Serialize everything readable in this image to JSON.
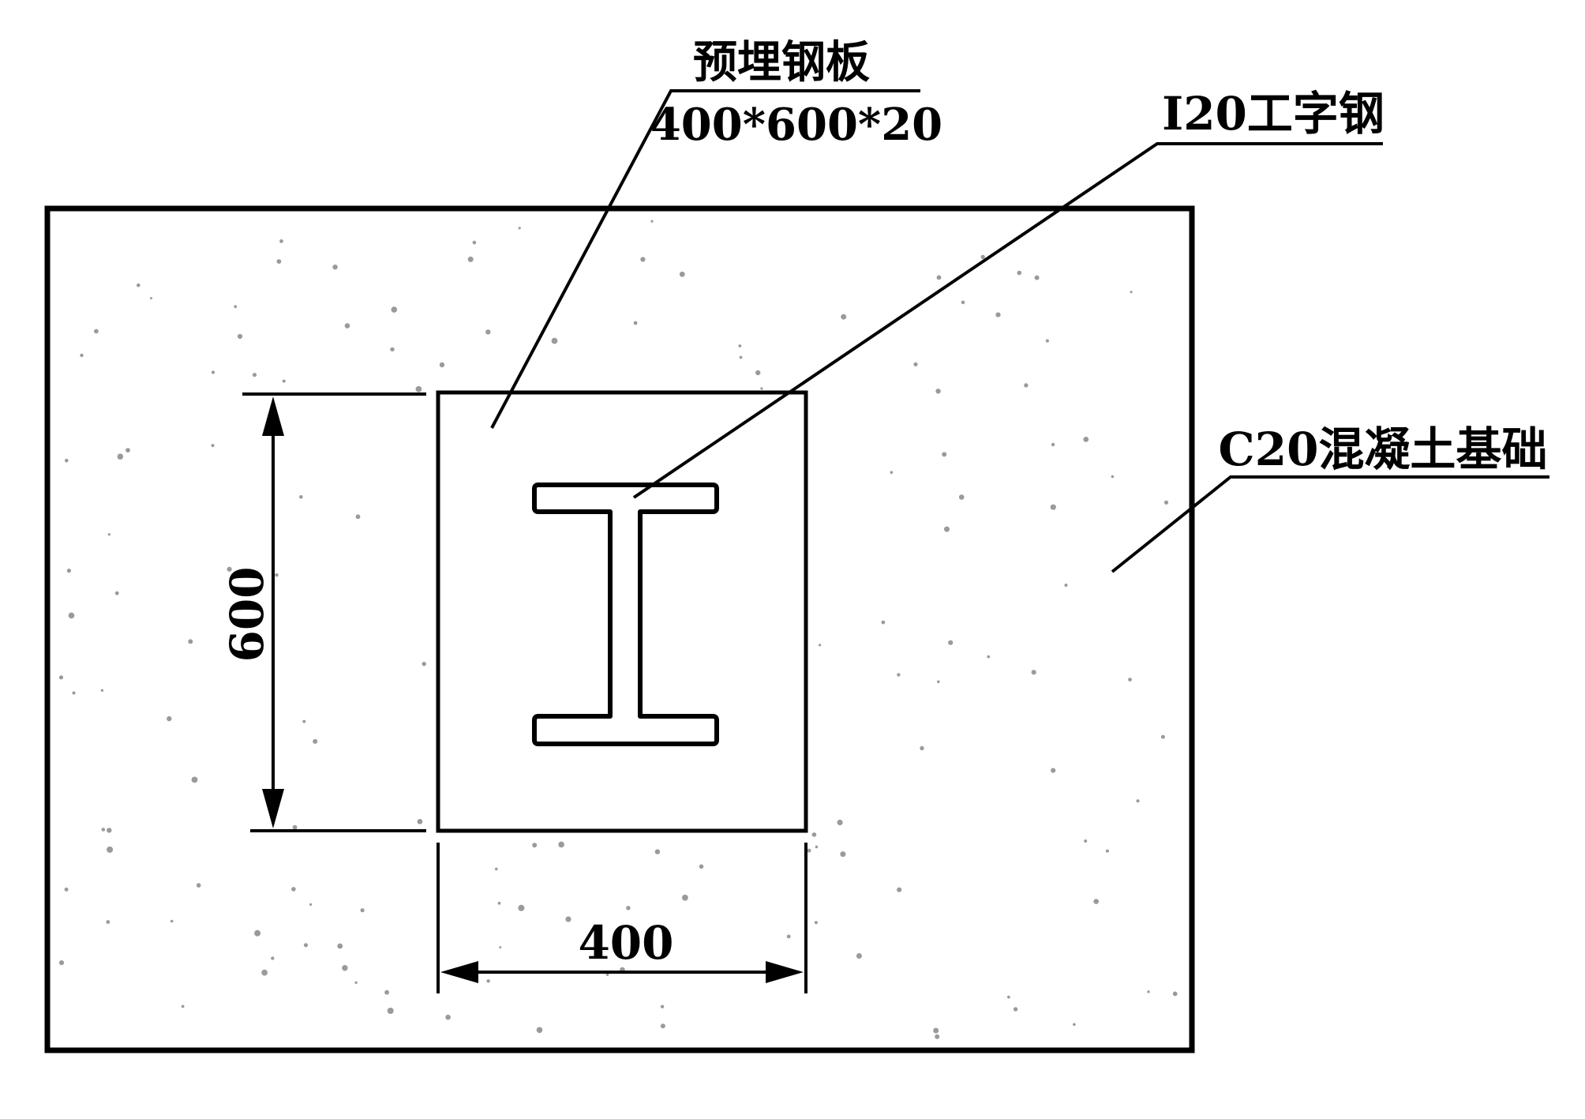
{
  "callouts": {
    "plate_name": "预埋钢板",
    "plate_size": "400*600*20",
    "beam": "I20工字钢",
    "foundation": "C20混凝土基础"
  },
  "dimensions": {
    "plate_height": "600",
    "plate_width": "400"
  },
  "colors": {
    "line": "#000000",
    "speckle": "#9a9a9a"
  }
}
